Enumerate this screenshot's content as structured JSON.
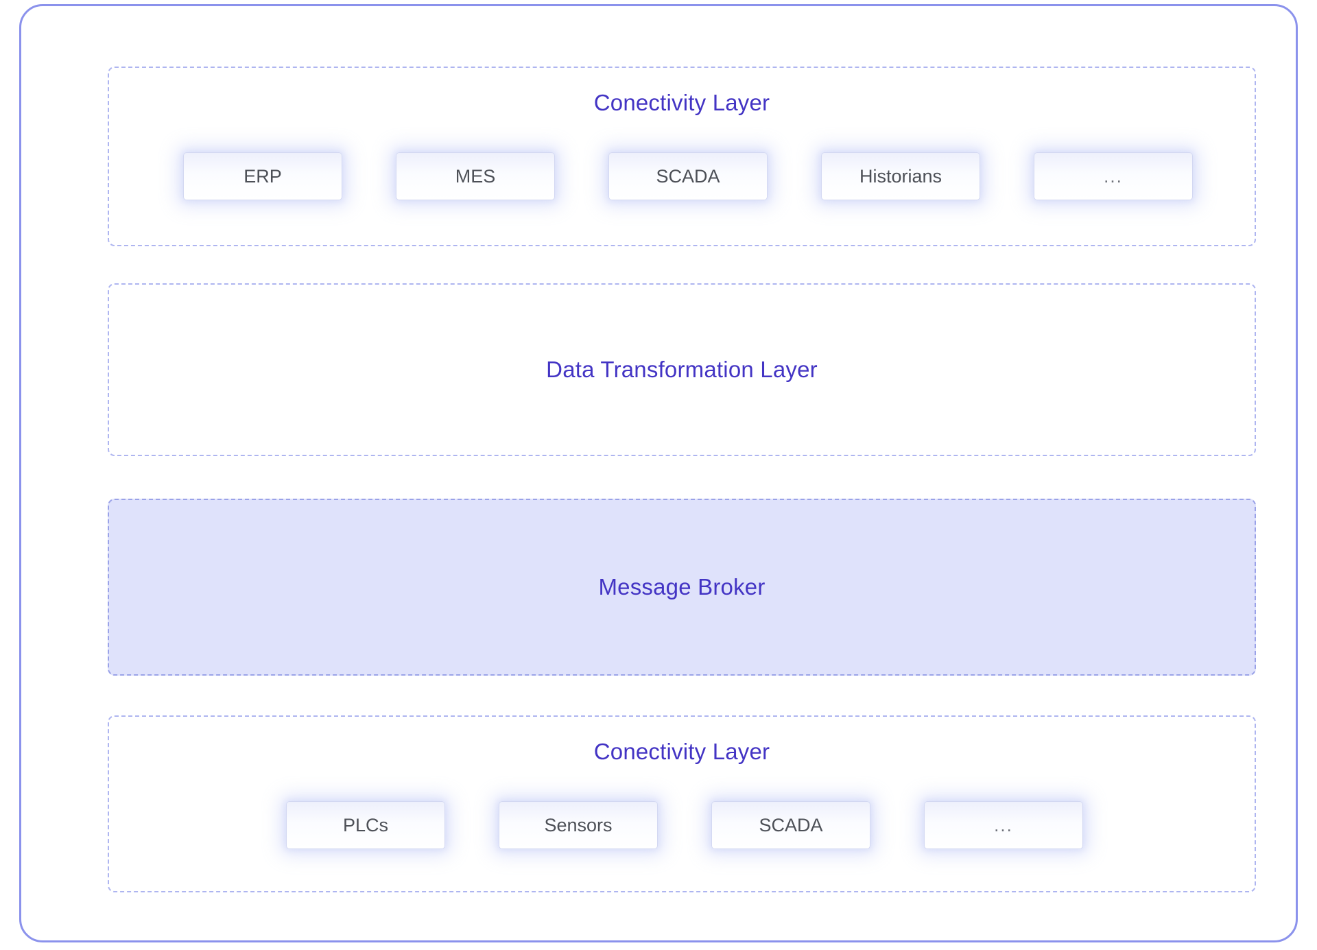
{
  "diagram": {
    "accent_color": "#4334c4",
    "frame_border_color": "#8b92ec",
    "dashed_border_color": "#aeb5f0",
    "highlight_fill_color": "#dfe2fb",
    "chip_text_color": "#4d5057",
    "layers": [
      {
        "id": "connectivity-top",
        "title": "Conectivity Layer",
        "highlighted": false,
        "chips": [
          {
            "label": "ERP"
          },
          {
            "label": "MES"
          },
          {
            "label": "SCADA"
          },
          {
            "label": "Historians"
          },
          {
            "label": "..."
          }
        ]
      },
      {
        "id": "data-transform",
        "title": "Data Transformation Layer",
        "highlighted": false,
        "chips": []
      },
      {
        "id": "message-broker",
        "title": "Message Broker",
        "highlighted": true,
        "chips": []
      },
      {
        "id": "connectivity-bottom",
        "title": "Conectivity Layer",
        "highlighted": false,
        "chips": [
          {
            "label": "PLCs"
          },
          {
            "label": "Sensors"
          },
          {
            "label": "SCADA"
          },
          {
            "label": "..."
          }
        ]
      }
    ]
  }
}
